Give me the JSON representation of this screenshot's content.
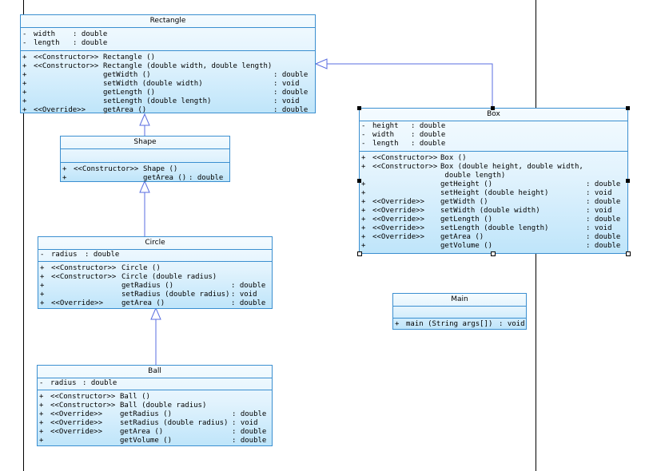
{
  "classes": {
    "rectangle": {
      "name": "Rectangle",
      "attributes": [
        {
          "vis": "-",
          "name": "width",
          "type": ": double"
        },
        {
          "vis": "-",
          "name": "length",
          "type": ": double"
        }
      ],
      "operations": [
        {
          "vis": "+",
          "stereo": "<<Constructor>>",
          "sig": "Rectangle ()",
          "ret": ""
        },
        {
          "vis": "+",
          "stereo": "<<Constructor>>",
          "sig": "Rectangle (double width, double length)",
          "ret": ""
        },
        {
          "vis": "+",
          "stereo": "",
          "sig": "getWidth ()",
          "ret": ": double"
        },
        {
          "vis": "+",
          "stereo": "",
          "sig": "setWidth (double width)",
          "ret": ": void"
        },
        {
          "vis": "+",
          "stereo": "",
          "sig": "getLength ()",
          "ret": ": double"
        },
        {
          "vis": "+",
          "stereo": "",
          "sig": "setLength (double length)",
          "ret": ": void"
        },
        {
          "vis": "+",
          "stereo": "<<Override>>",
          "sig": "getArea ()",
          "ret": ": double"
        }
      ]
    },
    "shape": {
      "name": "Shape",
      "attributes": [],
      "operations": [
        {
          "vis": "+",
          "stereo": "<<Constructor>>",
          "sig": "Shape ()",
          "ret": ""
        },
        {
          "vis": "+",
          "stereo": "",
          "sig": "getArea ()",
          "ret": ": double"
        }
      ]
    },
    "circle": {
      "name": "Circle",
      "attributes": [
        {
          "vis": "-",
          "name": "radius",
          "type": ": double"
        }
      ],
      "operations": [
        {
          "vis": "+",
          "stereo": "<<Constructor>>",
          "sig": "Circle ()",
          "ret": ""
        },
        {
          "vis": "+",
          "stereo": "<<Constructor>>",
          "sig": "Circle (double radius)",
          "ret": ""
        },
        {
          "vis": "+",
          "stereo": "",
          "sig": "getRadius ()",
          "ret": ": double"
        },
        {
          "vis": "+",
          "stereo": "",
          "sig": "setRadius (double radius)",
          "ret": ": void"
        },
        {
          "vis": "+",
          "stereo": "<<Override>>",
          "sig": "getArea ()",
          "ret": ": double"
        }
      ]
    },
    "ball": {
      "name": "Ball",
      "attributes": [
        {
          "vis": "-",
          "name": "radius",
          "type": ": double"
        }
      ],
      "operations": [
        {
          "vis": "+",
          "stereo": "<<Constructor>>",
          "sig": "Ball ()",
          "ret": ""
        },
        {
          "vis": "+",
          "stereo": "<<Constructor>>",
          "sig": "Ball (double radius)",
          "ret": ""
        },
        {
          "vis": "+",
          "stereo": "<<Override>>",
          "sig": "getRadius ()",
          "ret": ": double"
        },
        {
          "vis": "+",
          "stereo": "<<Override>>",
          "sig": "setRadius (double radius)",
          "ret": ": void"
        },
        {
          "vis": "+",
          "stereo": "<<Override>>",
          "sig": "getArea ()",
          "ret": ": double"
        },
        {
          "vis": "+",
          "stereo": "",
          "sig": "getVolume ()",
          "ret": ": double"
        }
      ]
    },
    "box": {
      "name": "Box",
      "attributes": [
        {
          "vis": "-",
          "name": "height",
          "type": ": double"
        },
        {
          "vis": "-",
          "name": "width",
          "type": ": double"
        },
        {
          "vis": "-",
          "name": "length",
          "type": ": double"
        }
      ],
      "operations": [
        {
          "vis": "+",
          "stereo": "<<Constructor>>",
          "sig": "Box ()",
          "ret": ""
        },
        {
          "vis": "+",
          "stereo": "<<Constructor>>",
          "sig": "Box (double height, double width,",
          "ret": ""
        },
        {
          "vis": "",
          "stereo": "",
          "sig": " double length)",
          "ret": ""
        },
        {
          "vis": "+",
          "stereo": "",
          "sig": "getHeight ()",
          "ret": ": double"
        },
        {
          "vis": "+",
          "stereo": "",
          "sig": "setHeight (double height)",
          "ret": ": void"
        },
        {
          "vis": "+",
          "stereo": "<<Override>>",
          "sig": "getWidth ()",
          "ret": ": double"
        },
        {
          "vis": "+",
          "stereo": "<<Override>>",
          "sig": "setWidth (double width)",
          "ret": ": void"
        },
        {
          "vis": "+",
          "stereo": "<<Override>>",
          "sig": "getLength ()",
          "ret": ": double"
        },
        {
          "vis": "+",
          "stereo": "<<Override>>",
          "sig": "setLength (double length)",
          "ret": ": void"
        },
        {
          "vis": "+",
          "stereo": "<<Override>>",
          "sig": "getArea ()",
          "ret": ": double"
        },
        {
          "vis": "+",
          "stereo": "",
          "sig": "getVolume ()",
          "ret": ": double"
        }
      ]
    },
    "main": {
      "name": "Main",
      "attributes": [],
      "operations": [
        {
          "vis": "+",
          "stereo": "",
          "sig": "main (String args[])",
          "ret": ": void"
        }
      ]
    }
  },
  "colors": {
    "border": "#3b8fd0",
    "connector": "#5a6ee0",
    "gradient_top": "#f4fbff",
    "gradient_bottom": "#bfe5fa"
  }
}
